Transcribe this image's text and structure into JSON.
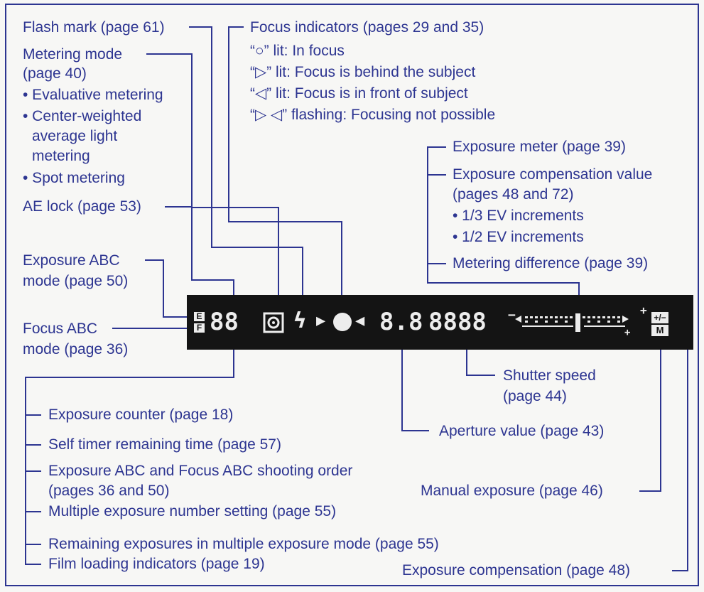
{
  "callouts": {
    "flash_mark": "Flash mark (page 61)",
    "focus_indicators": {
      "title": "Focus indicators (pages 29 and 35)",
      "lines": [
        "“○” lit:  In focus",
        "“▷” lit:  Focus is behind the subject",
        "“◁” lit:  Focus is in front of subject",
        "“▷  ◁” flashing:  Focusing not possible"
      ]
    },
    "metering_mode": {
      "title": "Metering mode",
      "page": "(page 40)",
      "items": [
        "• Evaluative metering",
        "• Center-weighted",
        "average light",
        "metering",
        "• Spot metering"
      ]
    },
    "ae_lock": "AE lock (page 53)",
    "exposure_meter": "Exposure meter (page 39)",
    "exposure_comp_value": {
      "title": "Exposure compensation value",
      "page": "(pages 48 and 72)",
      "items": [
        "• 1/3 EV increments",
        "• 1/2 EV increments"
      ]
    },
    "metering_difference": "Metering difference (page 39)",
    "exposure_abc": [
      "Exposure ABC",
      "mode (page 50)"
    ],
    "focus_abc": [
      "Focus ABC",
      "mode (page 36)"
    ],
    "shutter_speed": [
      "Shutter speed",
      "(page 44)"
    ],
    "aperture_value": "Aperture value (page 43)",
    "manual_exposure": "Manual exposure (page 46)",
    "exposure_compensation": "Exposure compensation (page 48)",
    "counter_group": [
      "Exposure counter (page 18)",
      "Self timer remaining time (page 57)",
      "Exposure ABC and Focus ABC shooting order",
      "(pages 36 and 50)",
      "Multiple exposure number setting (page 55)",
      "Remaining exposures in multiple exposure mode (page 55)",
      "Film loading indicators (page 19)"
    ]
  },
  "lcd": {
    "e_box": "E",
    "f_box": "F",
    "counter": "88",
    "flash_symbol": "ϟ",
    "focus_right": "▶",
    "focus_left": "◀",
    "aperture": "8.8",
    "shutter": "8888",
    "meter_minus": "−",
    "meter_plus_top": "+",
    "meter_plus_bottom": "+",
    "pm_top": "+/−",
    "pm_bottom": "M"
  },
  "colors": {
    "ink": "#2d3591",
    "panel": "#141414",
    "segment": "#ededed",
    "background": "#f7f7f5"
  }
}
